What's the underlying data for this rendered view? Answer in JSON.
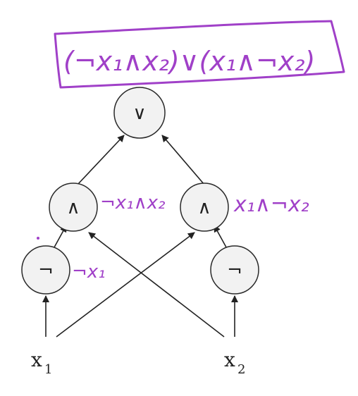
{
  "annotation": {
    "formula": "(¬x₁∧x₂)∨(x₁∧¬x₂)",
    "ink_color": "#a040c8"
  },
  "nodes": {
    "or": {
      "symbol": "∨"
    },
    "and_left": {
      "symbol": "∧",
      "note": "¬x₁∧x₂"
    },
    "and_right": {
      "symbol": "∧",
      "note": "x₁∧¬x₂"
    },
    "not_left": {
      "symbol": "¬",
      "note": "¬x₁"
    },
    "not_right": {
      "symbol": "¬"
    }
  },
  "inputs": {
    "x1": {
      "base": "x",
      "sub": "1"
    },
    "x2": {
      "base": "x",
      "sub": "2"
    }
  }
}
